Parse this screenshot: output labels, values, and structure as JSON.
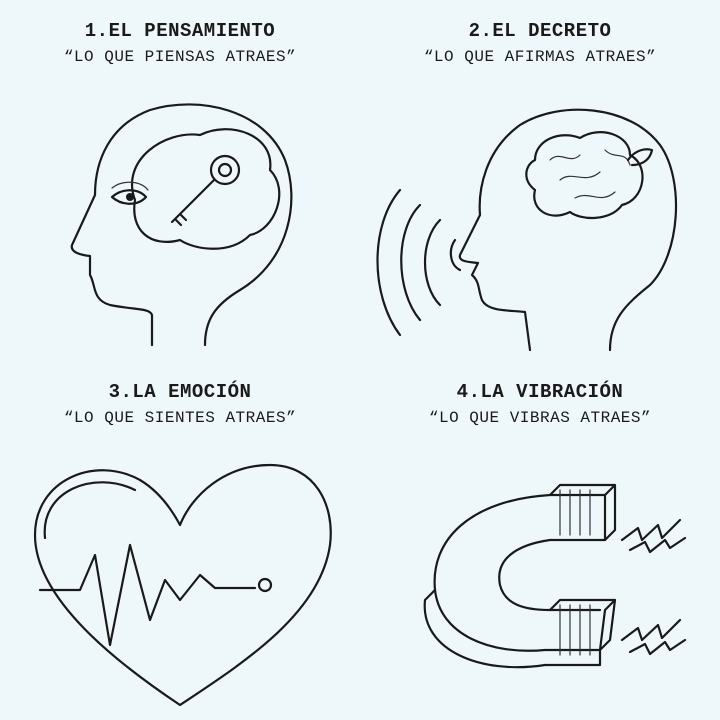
{
  "panels": [
    {
      "title": "1.EL PENSAMIENTO",
      "subtitle": "“LO QUE PIENSAS ATRAES”",
      "icon": "head-with-key-icon"
    },
    {
      "title": "2.EL DECRETO",
      "subtitle": "“LO QUE AFIRMAS ATRAES”",
      "icon": "speaking-head-icon"
    },
    {
      "title": "3.LA EMOCIÓN",
      "subtitle": "“LO QUE SIENTES ATRAES”",
      "icon": "heart-pulse-icon"
    },
    {
      "title": "4.LA VIBRACIÓN",
      "subtitle": "“LO QUE VIBRAS ATRAES”",
      "icon": "magnet-icon"
    }
  ],
  "colors": {
    "background": "#eef8fa",
    "ink": "#1a1a1a"
  }
}
